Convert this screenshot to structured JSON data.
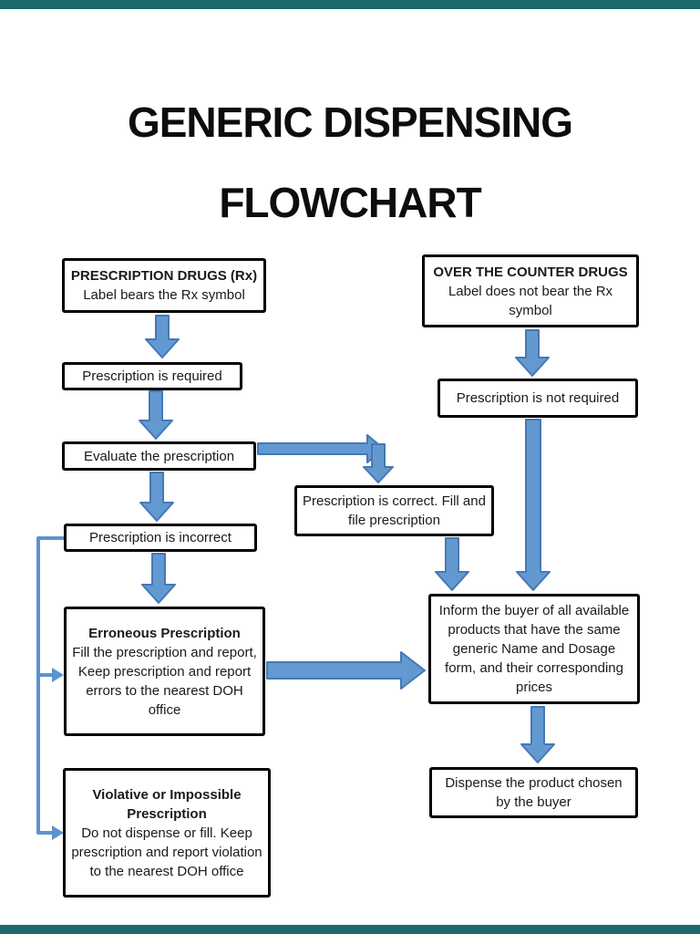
{
  "title": {
    "line1": "GENERIC DISPENSING",
    "line2": "FLOWCHART"
  },
  "nodes": {
    "rx": {
      "title": "PRESCRIPTION DRUGS (Rx)",
      "subtitle": "Label bears the Rx symbol"
    },
    "otc": {
      "title": "OVER THE COUNTER DRUGS",
      "subtitle": "Label does not bear the Rx symbol"
    },
    "required": {
      "label": "Prescription is required"
    },
    "not_required": {
      "label": "Prescription is not required"
    },
    "evaluate": {
      "label": "Evaluate the prescription"
    },
    "correct": {
      "label": "Prescription is correct. Fill and file prescription"
    },
    "incorrect": {
      "label": "Prescription is incorrect"
    },
    "erroneous": {
      "title": "Erroneous Prescription",
      "body1": "Fill the prescription and report,",
      "body2": "Keep prescription and report errors to the nearest DOH office"
    },
    "violative": {
      "title": "Violative or Impossible Prescription",
      "body": "Do not dispense or fill. Keep prescription and report violation to the nearest DOH office"
    },
    "inform": {
      "label": "Inform the buyer of all available products that have the same generic Name and Dosage form, and their corresponding prices"
    },
    "dispense": {
      "label": "Dispense the product chosen by the buyer"
    }
  },
  "colors": {
    "arrow_fill": "#6399D1",
    "arrow_stroke": "#4678B4",
    "connector_line": "#5B93CE",
    "edge_bars": "#1A6A6C",
    "box_border": "#000000"
  }
}
